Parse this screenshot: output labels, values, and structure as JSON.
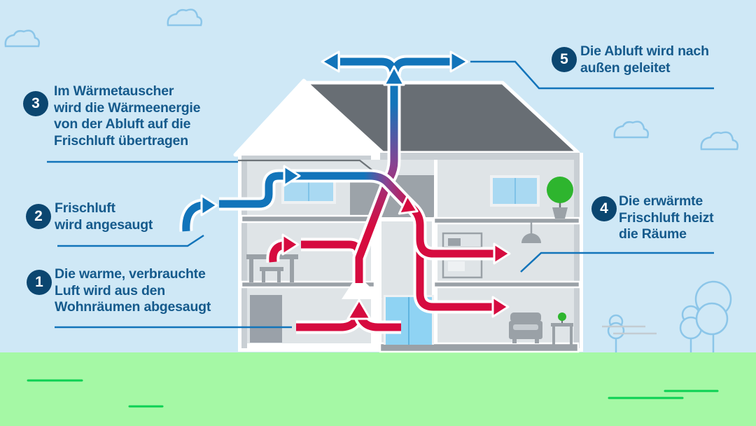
{
  "steps": [
    {
      "number": "1",
      "text": "Die warme, verbrauchte\nLuft wird aus den\nWohnräumen abgesaugt"
    },
    {
      "number": "2",
      "text": "Frischluft\nwird angesaugt"
    },
    {
      "number": "3",
      "text": "Im Wärmetauscher\nwird die Wärmeenergie\nvon der Abluft auf die\nFrischluft übertragen"
    },
    {
      "number": "4",
      "text": "Die erwärmte\nFrischluft heizt\ndie Räume"
    },
    {
      "number": "5",
      "text": "Die Abluft wird nach\naußen geleitet"
    }
  ],
  "colors": {
    "fresh_air": "#1274ba",
    "exhaust_air": "#d60b3f",
    "heat_transition": "#8a4291",
    "step_badge": "#0b4670",
    "step_text": "#155a8c",
    "callout_line": "#1274ba",
    "sky": "#cfe8f6",
    "cloud_outline": "#8cc6e9",
    "grass": "#a5f8a5",
    "grass_accent": "#0bd153",
    "roof": "#686e74",
    "wall": "#c9cfd4",
    "room": "#dfe4e7",
    "furniture_gray": "#9aa1a7",
    "window_glass": "#a9d9f2",
    "door_glass": "#8fd3f3",
    "plant_green": "#2eb52e"
  }
}
